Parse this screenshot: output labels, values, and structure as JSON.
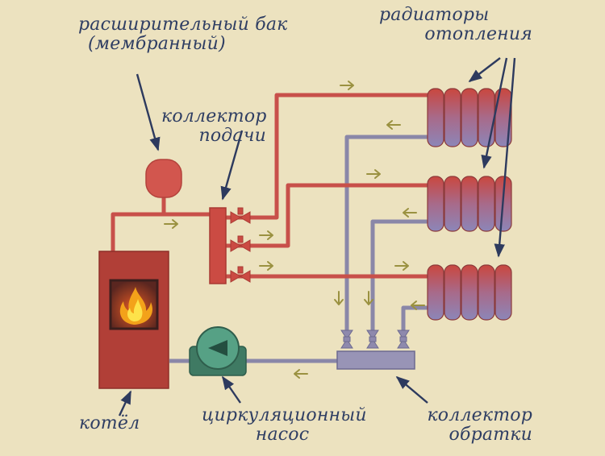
{
  "labels": {
    "tank": {
      "line1": "расширительный бак",
      "line2": "(мембранный)"
    },
    "supply_manifold": {
      "line1": "коллектор",
      "line2": "подачи"
    },
    "radiators": {
      "line1": "радиаторы",
      "line2": "отопления"
    },
    "boiler": "котёл",
    "pump": {
      "line1": "циркуляционный",
      "line2": "насос"
    },
    "return_manifold": {
      "line1": "коллектор",
      "line2": "обратки"
    }
  },
  "colors": {
    "background": "#ece2bf",
    "supply_pipe": "#c8504a",
    "return_pipe": "#8a87a8",
    "boiler": "#b04038",
    "boiler_firebox": "#3a1e1c",
    "flame": "#f3a21a",
    "pump": "#4f8f77",
    "flow_arrow": "#9a9140",
    "label_text": "#2f3e63",
    "pointer_arrow": "#2d3a5e"
  },
  "icons": [
    "flame-icon",
    "pump-arrow-icon",
    "valve-icon",
    "flow-arrow-icon"
  ]
}
